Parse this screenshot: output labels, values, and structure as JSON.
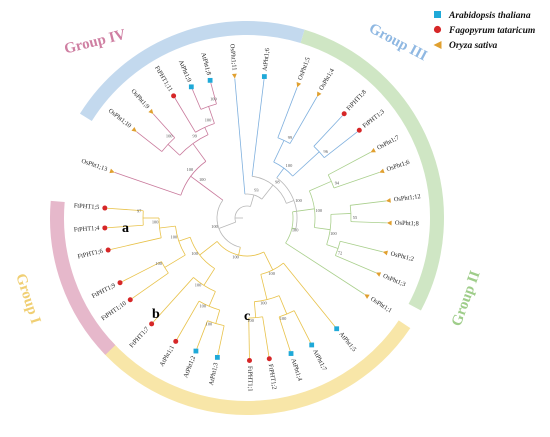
{
  "colors": {
    "group_1": "#f8e6a8",
    "group_2": "#cfe6c4",
    "group_3": "#c3d9ee",
    "group_4": "#e6b8cb",
    "group_1_label": "#f0cf73",
    "group_2_label": "#9fcd8a",
    "group_3_label": "#8fb8e2",
    "group_4_label": "#cf7fa2",
    "branch_1": "#e8c24a",
    "branch_2": "#a9cf8c",
    "branch_3": "#7fb0de",
    "branch_4": "#c97a9c",
    "branch_root": "#b8b8b8",
    "arabidopsis": "#1fa9d8",
    "fagopyrum": "#d62728",
    "oryza": "#e0a030"
  },
  "legend": [
    {
      "label": "Arabidopsis thaliana",
      "marker": "square",
      "color": "#1fa9d8"
    },
    {
      "label": "Fagopyrum tataricum",
      "marker": "circle",
      "color": "#d62728"
    },
    {
      "label": "Oryza sativa",
      "marker": "triangle",
      "color": "#e0a030"
    }
  ],
  "groups": [
    {
      "label": "Group I",
      "start": 124,
      "end": 228
    },
    {
      "label": "Group II",
      "start": 17,
      "end": 118
    },
    {
      "label": "Group III",
      "start": 302,
      "end": 17
    },
    {
      "label": "Group IV",
      "start": 226,
      "end": 275
    }
  ],
  "clade_labels": [
    "a",
    "b",
    "c"
  ],
  "leaves": [
    {
      "name": "OsPht1;11",
      "angle": 355,
      "species": "oryza",
      "group": 3
    },
    {
      "name": "AtPht1;6",
      "angle": 7,
      "species": "arabidopsis",
      "group": 3
    },
    {
      "name": "OsPht1;5",
      "angle": 21,
      "species": "oryza",
      "group": 3
    },
    {
      "name": "OsPht1;4",
      "angle": 30,
      "species": "oryza",
      "group": 3
    },
    {
      "name": "FtPHT1;8",
      "angle": 43,
      "species": "fagopyrum",
      "group": 3
    },
    {
      "name": "FtPHT1;3",
      "angle": 52,
      "species": "fagopyrum",
      "group": 3
    },
    {
      "name": "OsPht1;7",
      "angle": 62,
      "species": "oryza",
      "group": 2
    },
    {
      "name": "OsPht1;6",
      "angle": 71,
      "species": "oryza",
      "group": 2
    },
    {
      "name": "OsPht1;12",
      "angle": 83,
      "species": "oryza",
      "group": 2
    },
    {
      "name": "OsPht1;8",
      "angle": 92,
      "species": "oryza",
      "group": 2
    },
    {
      "name": "OsPht1;2",
      "angle": 104,
      "species": "oryza",
      "group": 2
    },
    {
      "name": "OsPht1;3",
      "angle": 113,
      "species": "oryza",
      "group": 2
    },
    {
      "name": "OsPht1;1",
      "angle": 123,
      "species": "oryza",
      "group": 2
    },
    {
      "name": "AtPht1;5",
      "angle": 141,
      "species": "arabidopsis",
      "group": 1
    },
    {
      "name": "AtPht1;7",
      "angle": 153,
      "species": "arabidopsis",
      "group": 1
    },
    {
      "name": "AtPht1;4",
      "angle": 162,
      "species": "arabidopsis",
      "group": 1
    },
    {
      "name": "FtPHT1;2",
      "angle": 171,
      "species": "fagopyrum",
      "group": 1
    },
    {
      "name": "FtPHT1;1",
      "angle": 179,
      "species": "fagopyrum",
      "group": 1
    },
    {
      "name": "AtPht1;3",
      "angle": 192,
      "species": "arabidopsis",
      "group": 1
    },
    {
      "name": "AtPht1;2",
      "angle": 201,
      "species": "arabidopsis",
      "group": 1
    },
    {
      "name": "AtPht1;1",
      "angle": 210,
      "species": "fagopyrum",
      "group": 1
    },
    {
      "name": "FtPHT1;7",
      "angle": 222,
      "species": "fagopyrum",
      "group": 1
    },
    {
      "name": "FtPHT1;10",
      "angle": 235,
      "species": "fagopyrum",
      "group": 1
    },
    {
      "name": "FtPHT1;9",
      "angle": 243,
      "species": "fagopyrum",
      "group": 1
    },
    {
      "name": "FtPHT1;6",
      "angle": 257,
      "species": "fagopyrum",
      "group": 1
    },
    {
      "name": "FtPHT1;4",
      "angle": 266,
      "species": "fagopyrum",
      "group": 1
    },
    {
      "name": "FtPHT1;5",
      "angle": 274,
      "species": "fagopyrum",
      "group": 1
    },
    {
      "name": "OsPht1;13",
      "angle": 289,
      "species": "oryza",
      "group": 4
    },
    {
      "name": "OsPht1;10",
      "angle": 308,
      "species": "oryza",
      "group": 4
    },
    {
      "name": "OsPht1;9",
      "angle": 318,
      "species": "oryza",
      "group": 4
    },
    {
      "name": "FtPHT1;11",
      "angle": 329,
      "species": "fagopyrum",
      "group": 4
    },
    {
      "name": "AtPht1;9",
      "angle": 337,
      "species": "arabidopsis",
      "group": 4
    },
    {
      "name": "AtPht1;8",
      "angle": 345,
      "species": "arabidopsis",
      "group": 4
    }
  ],
  "bootstrap": [
    "100",
    "100",
    "100",
    "99",
    "100",
    "100",
    "97",
    "100",
    "100",
    "100",
    "100",
    "100",
    "100",
    "100",
    "100",
    "100",
    "100",
    "100",
    "100",
    "100",
    "99",
    "96",
    "100",
    "94",
    "55",
    "72",
    "100",
    "100",
    "100",
    "100",
    "98",
    "93",
    "92",
    "95"
  ]
}
